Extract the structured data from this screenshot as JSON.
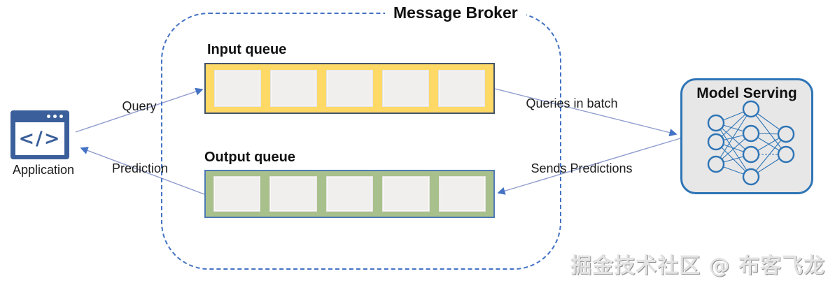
{
  "application": {
    "label": "Application",
    "icon": "code-window-icon",
    "code_glyph": "</>",
    "color": "#3A5F9B"
  },
  "broker": {
    "title": "Message Broker",
    "border_color": "#4472C4",
    "input_queue": {
      "label": "Input queue",
      "slots": 5,
      "fill": "#FFD966",
      "border": "#44546A",
      "slot_fill": "#F0EFED"
    },
    "output_queue": {
      "label": "Output queue",
      "slots": 5,
      "fill": "#A8C08C",
      "border": "#4E7AB5",
      "slot_fill": "#F0EFED"
    }
  },
  "model_serving": {
    "title": "Model Serving",
    "icon": "neural-network-icon",
    "fill": "#E8E7E7",
    "border": "#2E75B6",
    "layers": [
      3,
      4,
      2
    ]
  },
  "arrows": {
    "query": {
      "label": "Query",
      "from": "application",
      "to": "input-queue"
    },
    "prediction": {
      "label": "Prediction",
      "from": "output-queue",
      "to": "application"
    },
    "queries_in_batch": {
      "label": "Queries in batch",
      "from": "input-queue",
      "to": "model-serving"
    },
    "sends_predictions": {
      "label": "Sends Predictions",
      "from": "model-serving",
      "to": "output-queue"
    },
    "line_color": "#8F9CCE",
    "head_color": "#4472C4"
  },
  "watermark": "掘金技术社区 @ 布客飞龙"
}
